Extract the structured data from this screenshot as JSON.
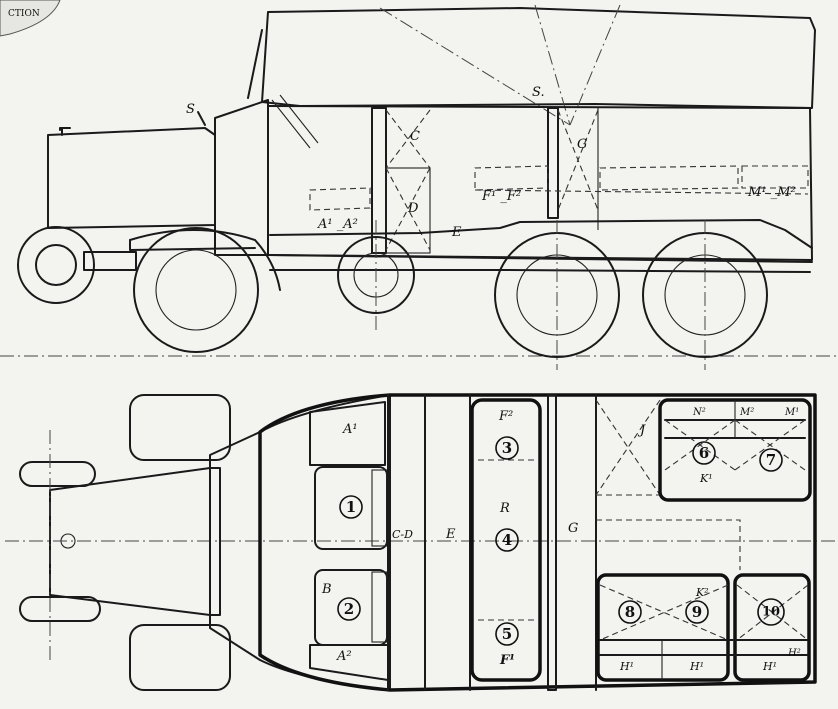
{
  "stamp": "CTION",
  "side_view": {
    "labels": [
      {
        "id": "S-front",
        "text": "S"
      },
      {
        "id": "S-roof",
        "text": "S."
      },
      {
        "id": "C",
        "text": "C"
      },
      {
        "id": "D",
        "text": "D"
      },
      {
        "id": "E",
        "text": "E"
      },
      {
        "id": "G",
        "text": "G"
      },
      {
        "id": "A1A2",
        "text": "A¹ _A²"
      },
      {
        "id": "F1F2",
        "text": "F¹ _F²"
      },
      {
        "id": "M1M2",
        "text": "M¹ _M²"
      }
    ]
  },
  "plan_view": {
    "labels": [
      {
        "id": "A1",
        "text": "A¹"
      },
      {
        "id": "A2",
        "text": "A²"
      },
      {
        "id": "B",
        "text": "B"
      },
      {
        "id": "CD",
        "text": "C-D"
      },
      {
        "id": "E",
        "text": "E"
      },
      {
        "id": "F2",
        "text": "F²"
      },
      {
        "id": "R",
        "text": "R"
      },
      {
        "id": "F1",
        "text": "F¹"
      },
      {
        "id": "G",
        "text": "G"
      },
      {
        "id": "J",
        "text": "J"
      },
      {
        "id": "K1",
        "text": "K¹"
      },
      {
        "id": "K2",
        "text": "K²"
      },
      {
        "id": "M2",
        "text": "M²"
      },
      {
        "id": "M1",
        "text": "M¹"
      },
      {
        "id": "N2",
        "text": "N²"
      },
      {
        "id": "H1a",
        "text": "H¹"
      },
      {
        "id": "H1b",
        "text": "H¹"
      },
      {
        "id": "H1c",
        "text": "H¹"
      },
      {
        "id": "H2",
        "text": "H²"
      }
    ],
    "positions": [
      "1",
      "2",
      "3",
      "4",
      "5",
      "6",
      "7",
      "8",
      "9",
      "10"
    ]
  }
}
